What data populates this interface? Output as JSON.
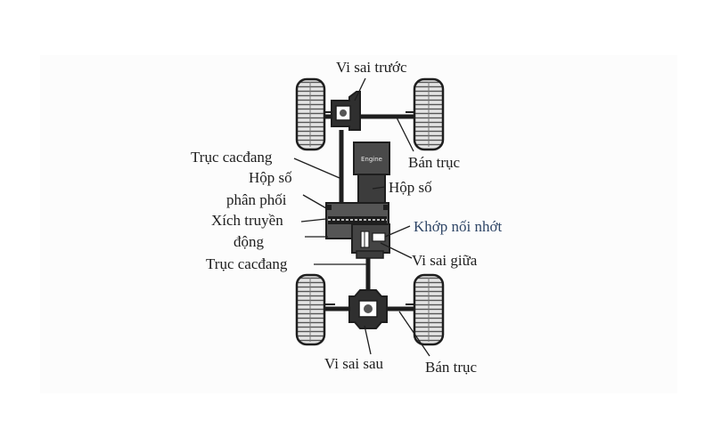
{
  "diagram": {
    "engine_text": "Engine",
    "labels": {
      "front_diff": "Vi sai trước",
      "front_half_shaft": "Bán trục",
      "front_propshaft": "Trục cacđang",
      "transfer_case_1": "Hộp số",
      "transfer_case_2": "phân phối",
      "gearbox": "Hộp số",
      "chain_1": "Xích truyền",
      "chain_2": "động",
      "viscous_coupling": "Khớp nối nhớt",
      "center_diff": "Vi sai giữa",
      "rear_propshaft": "Trục cacđang",
      "rear_diff": "Vi sai sau",
      "rear_half_shaft": "Bán trục"
    },
    "colors": {
      "ink": "#1e1e1e",
      "body_fill": "#4a4a4a",
      "tire_fill": "#dcdcdc",
      "label_blue": "#2e4566"
    }
  }
}
